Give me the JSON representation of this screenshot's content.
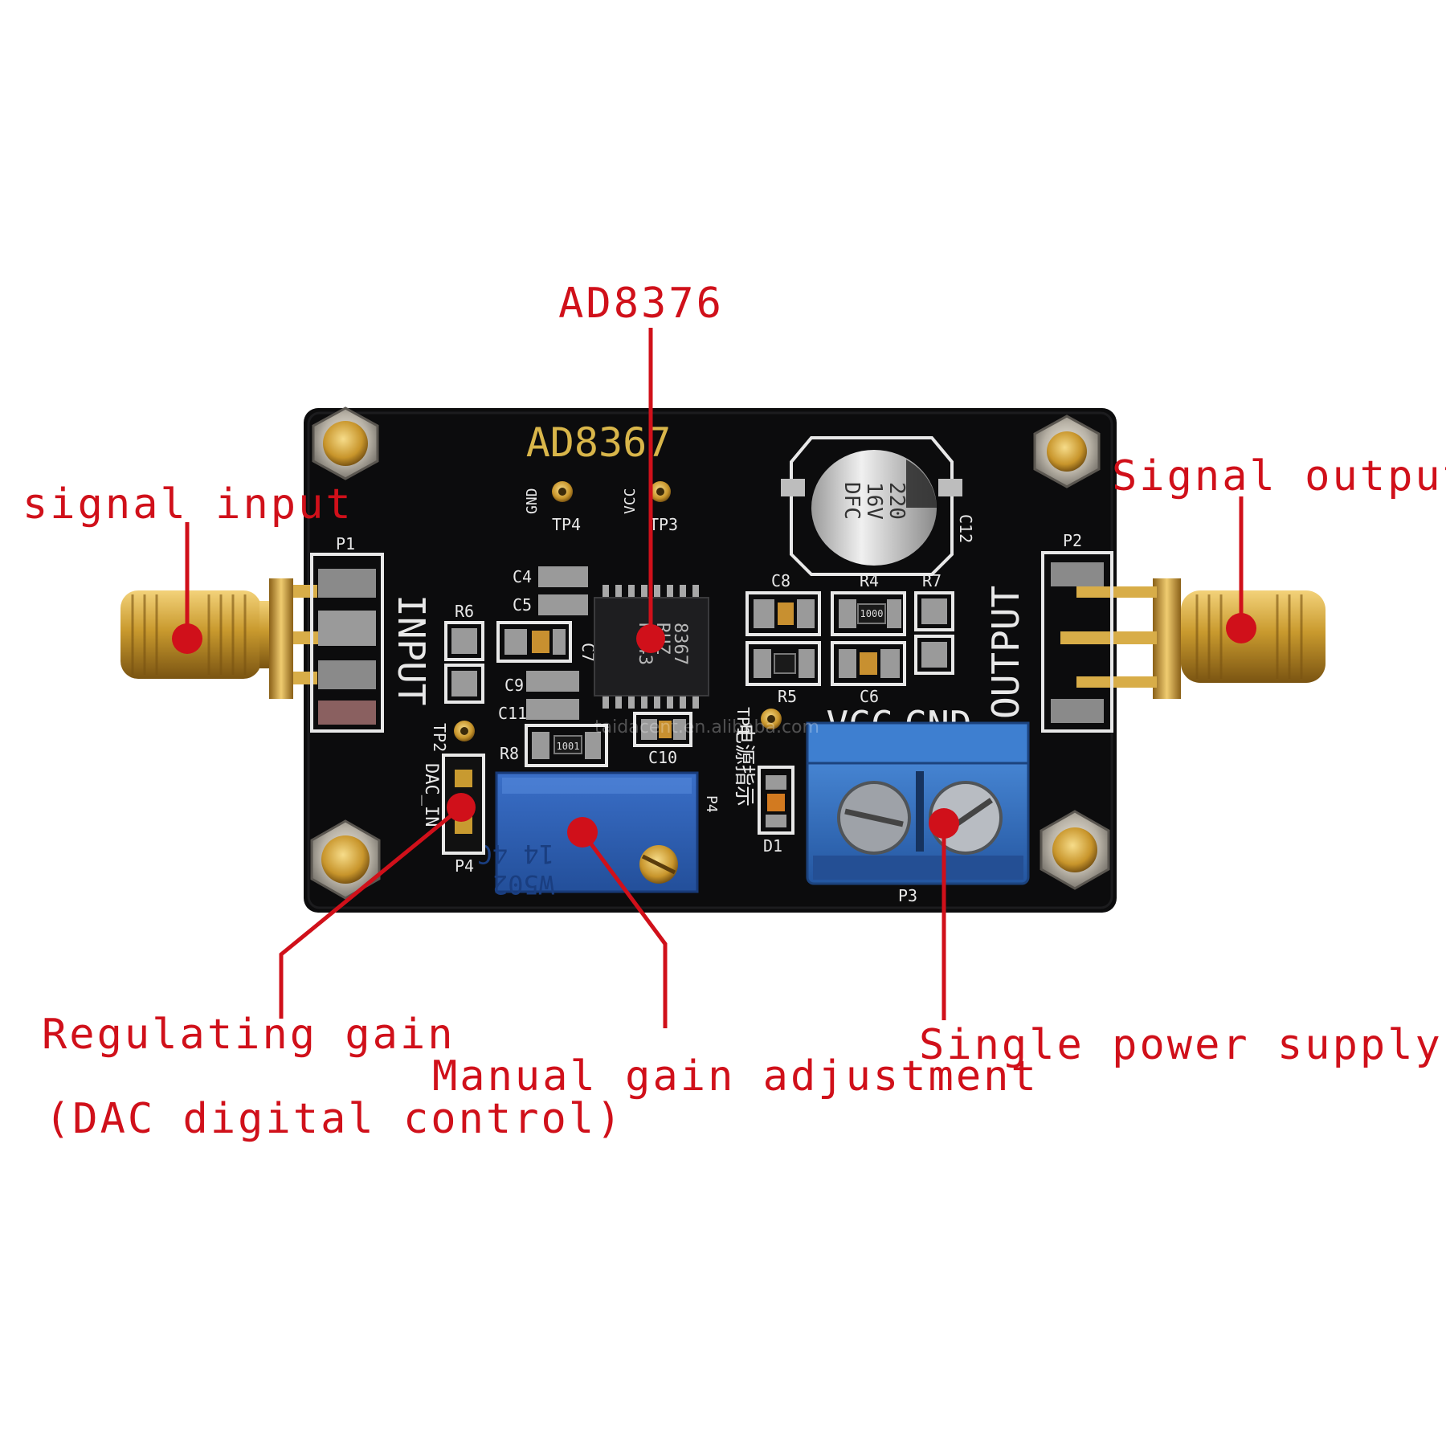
{
  "colors": {
    "annotation": "#d0101a",
    "pcb": "#0c0c0d",
    "gold": "#c99a2e",
    "terminal_blue": "#2f6fc0",
    "silkscreen": "#e8e8e8"
  },
  "callouts": {
    "chip": "AD8376",
    "signal_input": "signal input",
    "signal_output": "Signal output",
    "regulating_gain_line1": "Regulating gain",
    "regulating_gain_line2": "(DAC digital control)",
    "manual_gain": "Manual gain adjustment",
    "single_power": "Single power supply"
  },
  "board": {
    "title": "AD8367",
    "input_label": "INPUT",
    "output_label": "OUTPUT",
    "vcc_label": "VCC",
    "gnd_label": "GND",
    "tp4_net": "GND",
    "tp4": "TP4",
    "tp3_net": "VCC",
    "tp3": "TP3",
    "tp2": "TP2",
    "tp1": "TP1",
    "p1": "P1",
    "p2": "P2",
    "p3": "P3",
    "p4": "P4",
    "dac_label": "DAC_IN",
    "power_indicator": "电源指示",
    "c4": "C4",
    "c5": "C5",
    "c6": "C6",
    "c7": "C7",
    "c8": "C8",
    "c9": "C9",
    "c10": "C10",
    "c11": "C11",
    "c12": "C12",
    "r4": "R4",
    "r5": "R5",
    "r6": "R6",
    "r7": "R7",
    "r8": "R8",
    "d1": "D1",
    "ic_line1": "8367",
    "ic_line2": "RUZ",
    "ic_line3": "R643",
    "cap_line1": "220",
    "cap_line2": "16V",
    "cap_line3": "DFC",
    "pot_line1": "14 4C",
    "pot_line2": "W502",
    "resistor_r4_code": "1000",
    "resistor_r8_code": "1001",
    "watermark": "taidacent.en.alibaba.com"
  }
}
